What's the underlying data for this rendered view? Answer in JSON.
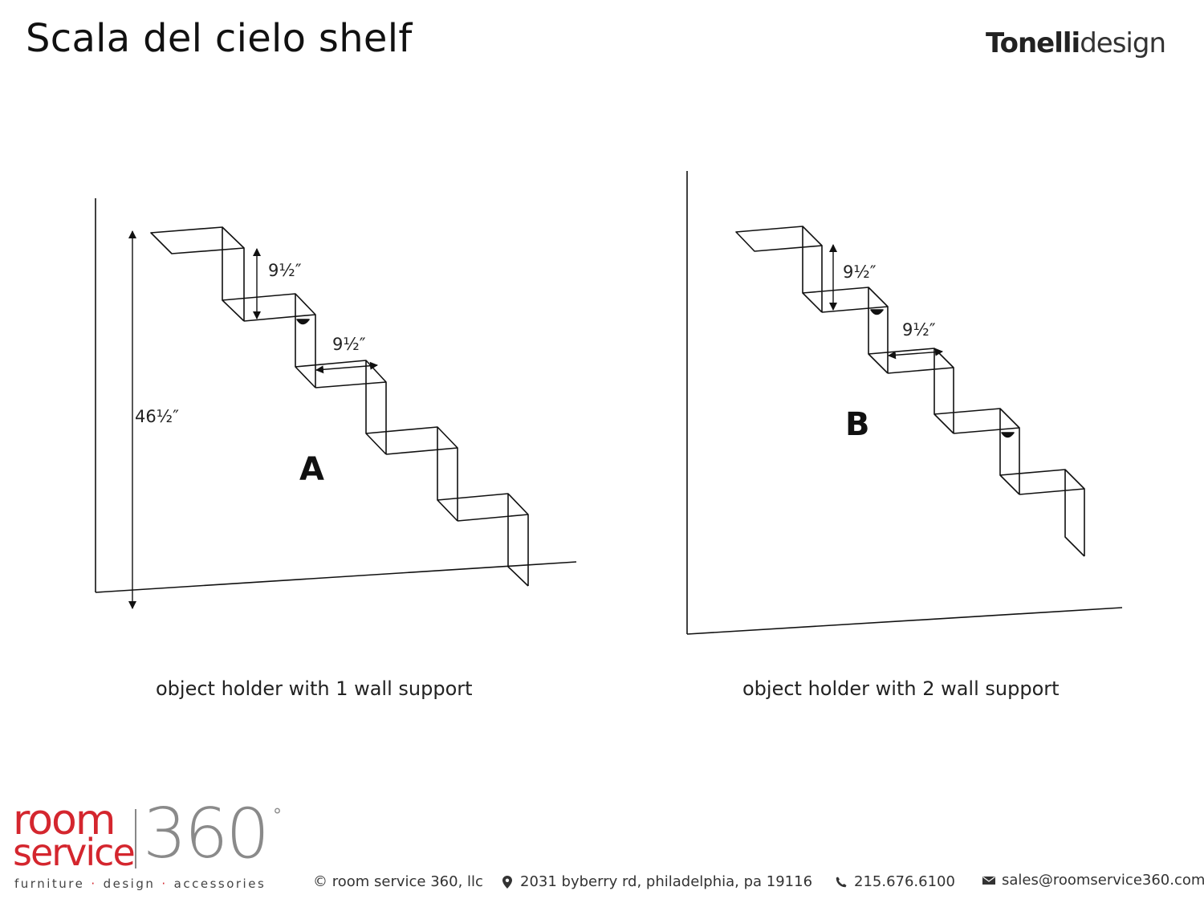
{
  "title": "Scala del cielo shelf",
  "brand": {
    "bold": "Tonelli",
    "light": "design"
  },
  "diagram_a": {
    "letter": "A",
    "dim_height": "46½″",
    "dim_rise": "9½″",
    "dim_depth": "9½″",
    "caption": "object holder with 1 wall support"
  },
  "diagram_b": {
    "letter": "B",
    "dim_rise": "9½″",
    "dim_depth": "9½″",
    "caption": "object holder with 2 wall support"
  },
  "footer": {
    "logo_room": "room",
    "logo_service": "service",
    "logo_360": "360",
    "logo_degree": "°",
    "tag_items": [
      "furniture",
      "design",
      "accessories"
    ],
    "tag_sep": "·",
    "copyright": "© room service 360, llc",
    "address": "2031 byberry rd, philadelphia, pa 19116",
    "phone": "215.676.6100",
    "email": "sales@roomservice360.com"
  },
  "icons": {
    "address": "map-pin-icon",
    "phone": "phone-icon",
    "email": "envelope-icon"
  },
  "colors": {
    "brand_red": "#d4262e",
    "logo_gray": "#8a8a8a"
  }
}
